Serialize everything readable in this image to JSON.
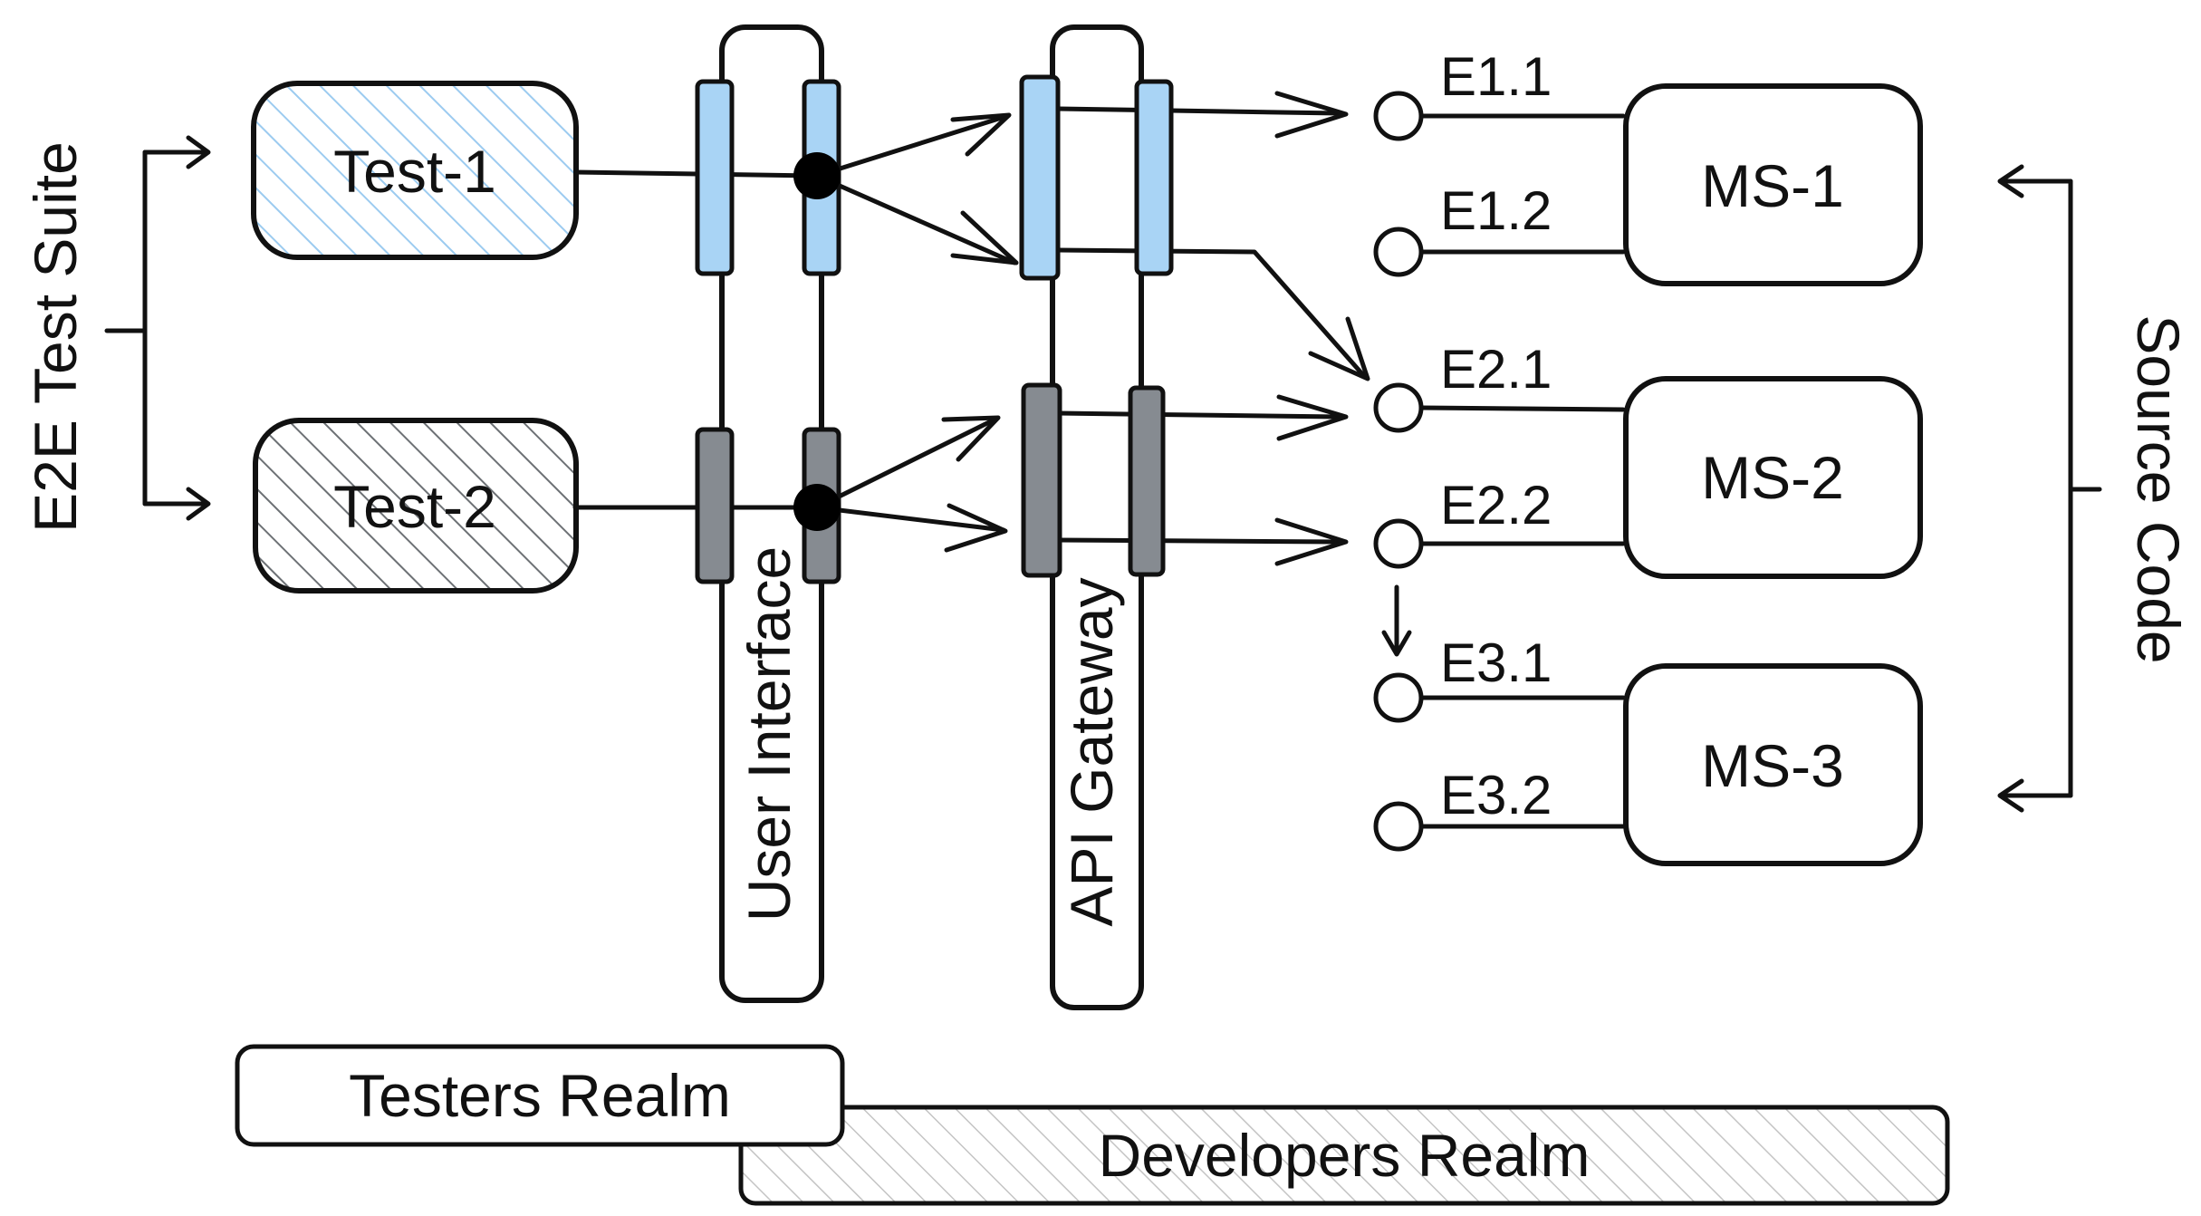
{
  "diagram": {
    "suite_label": "E2E Test Suite",
    "source_label": "Source Code",
    "tests": [
      {
        "label": "Test-1"
      },
      {
        "label": "Test-2"
      }
    ],
    "layers": [
      {
        "label": "User Interface"
      },
      {
        "label": "API Gateway"
      }
    ],
    "endpoints": [
      "E1.1",
      "E1.2",
      "E2.1",
      "E2.2",
      "E3.1",
      "E3.2"
    ],
    "services": [
      "MS-1",
      "MS-2",
      "MS-3"
    ],
    "realms": {
      "testers": "Testers Realm",
      "developers": "Developers Realm"
    },
    "colors": {
      "test1_port": "#a9d4f5",
      "test2_port": "#868b91",
      "test1_hatch": "#9ccbf0",
      "test2_hatch": "#6d7175",
      "realm_hatch": "#c4c4c4",
      "ink": "#111111"
    }
  }
}
